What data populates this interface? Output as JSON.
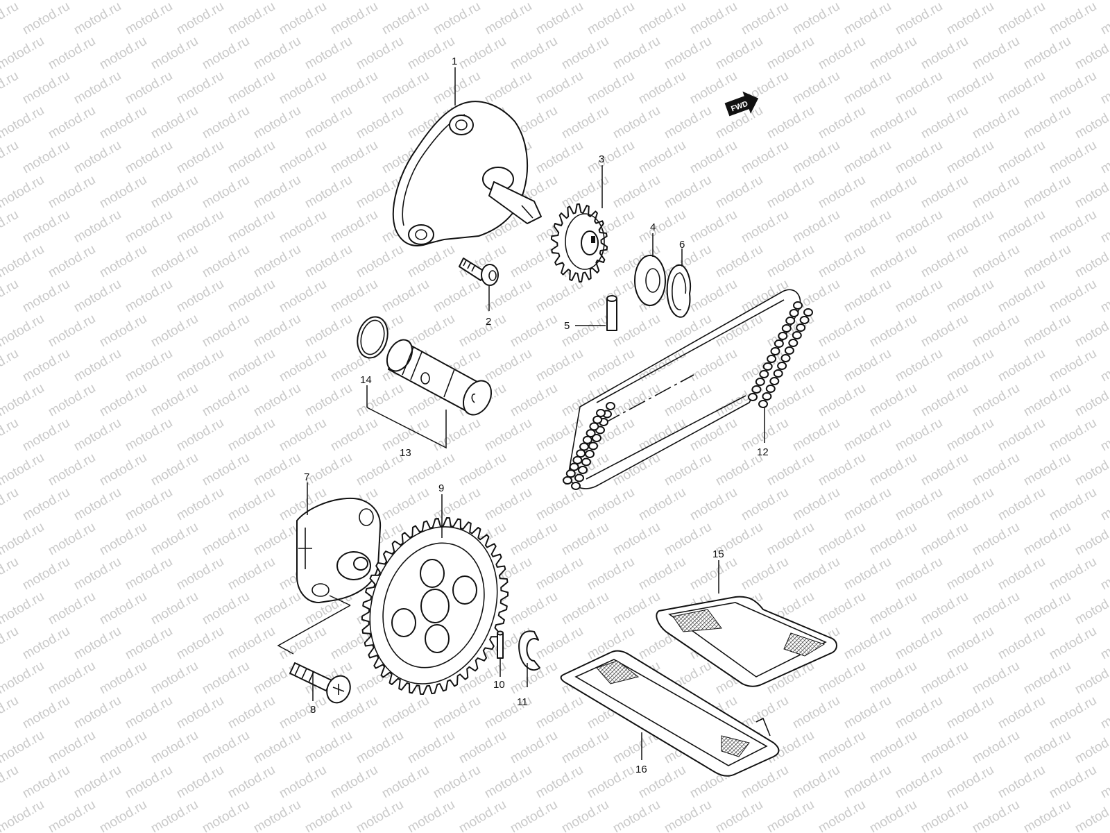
{
  "watermark": {
    "text": "motod.ru"
  },
  "fwd_badge": {
    "text": "FWD"
  },
  "callouts": {
    "c1": "1",
    "c2": "2",
    "c3": "3",
    "c4": "4",
    "c5": "5",
    "c6": "6",
    "c7": "7",
    "c8": "8",
    "c9": "9",
    "c10": "10",
    "c11": "11",
    "c12": "12",
    "c13": "13",
    "c14": "14",
    "c15": "15",
    "c16": "16"
  },
  "colors": {
    "line": "#111111",
    "watermark": "#c9c9c9",
    "background": "#ffffff"
  }
}
